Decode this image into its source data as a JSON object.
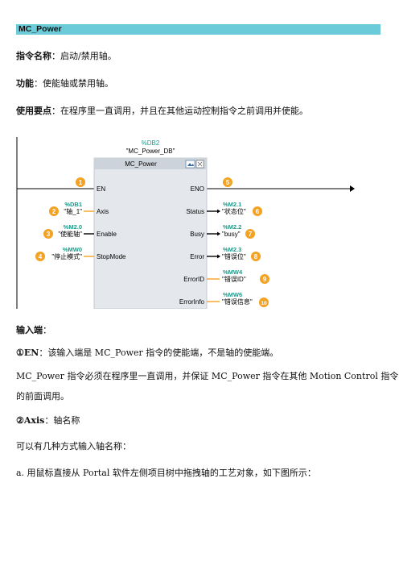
{
  "header": {
    "title": "MC_Power"
  },
  "intro": {
    "name_label": "指令名称",
    "name_value": "启动/禁用轴。",
    "function_label": "功能",
    "function_value": "使能轴或禁用轴。",
    "usage_label": "使用要点",
    "usage_value": "在程序里一直调用，并且在其他运动控制指令之前调用并使能。",
    "sep": "："
  },
  "diagram": {
    "db_address": "%DB2",
    "db_name": "\"MC_Power_DB\"",
    "block_title": "MC_Power",
    "left_pins": [
      "EN",
      "Axis",
      "Enable",
      "StopMode"
    ],
    "right_pins": [
      "ENO",
      "Status",
      "Busy",
      "Error",
      "ErrorID",
      "ErrorInfo"
    ],
    "inputs": [
      {
        "address": "",
        "name": ""
      },
      {
        "address": "%DB1",
        "name": "\"轴_1\""
      },
      {
        "address": "%M2.0",
        "name": "\"使能轴\""
      },
      {
        "address": "%MW0",
        "name": "\"停止模式\""
      }
    ],
    "outputs": [
      {
        "address": "",
        "name": ""
      },
      {
        "address": "%M2.1",
        "name": "\"状态位\""
      },
      {
        "address": "%M2.2",
        "name": "\"busy\""
      },
      {
        "address": "%M2.3",
        "name": "\"错误位\""
      },
      {
        "address": "%MW4",
        "name": "\"错误ID\""
      },
      {
        "address": "%MW6",
        "name": "\"错误信息\""
      }
    ],
    "markers": [
      "1",
      "2",
      "3",
      "4",
      "5",
      "6",
      "7",
      "8",
      "9",
      "10"
    ],
    "colors": {
      "address": "#1a9a8a",
      "marker": "#f4a224",
      "wire": "#f4a224",
      "block": "#e4e8ec",
      "block_header": "#ccd3da"
    }
  },
  "inputs_section": {
    "heading": "输入端",
    "sep": "：",
    "en_label": "①EN",
    "en_text": "该输入端是 MC_Power 指令的使能端，不是轴的使能端。",
    "en_note_line1": "MC_Power  指令必须在程序里一直调用，并保证 MC_Power 指令在其他 Motion Control 指令",
    "en_note_line2": "的前面调用。",
    "axis_label": "②Axis",
    "axis_text": "轴名称",
    "axis_note": "可以有几种方式输入轴名称：",
    "method_a": "a. 用鼠标直接从 Portal 软件左侧项目树中拖拽轴的工艺对象，如下图所示："
  }
}
